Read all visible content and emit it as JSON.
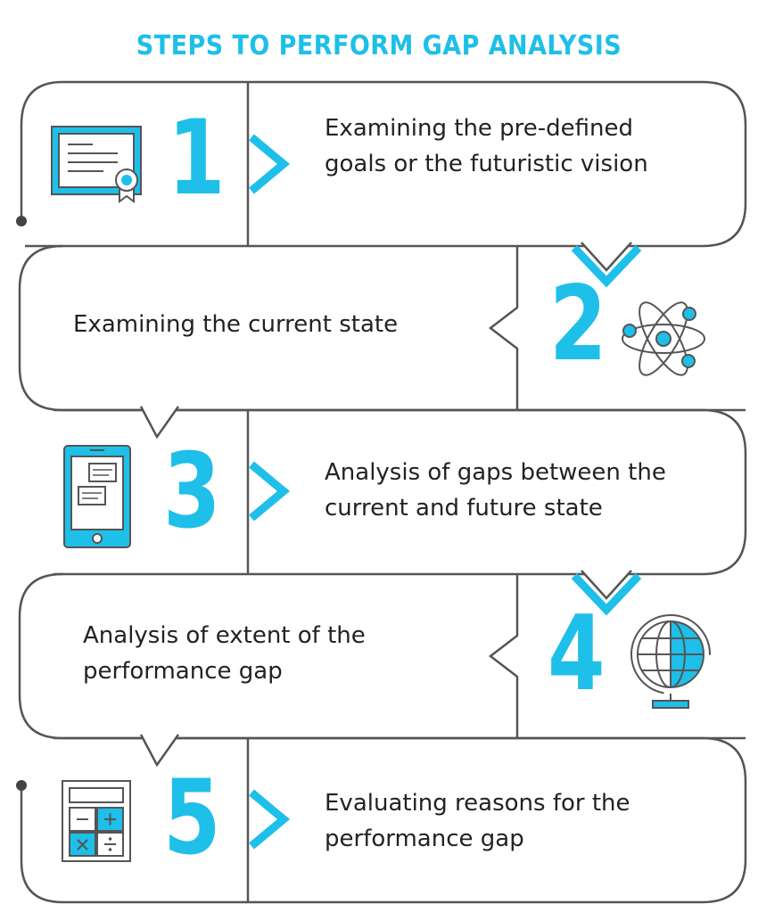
{
  "title": "STEPS TO PERFORM GAP ANALYSIS",
  "steps": [
    {
      "number": "1",
      "text": "Examining the pre-defined goals or the futuristic vision",
      "icon": "certificate-icon"
    },
    {
      "number": "2",
      "text": "Examining the current state",
      "icon": "atom-icon"
    },
    {
      "number": "3",
      "text": "Analysis of gaps between the current and future state",
      "icon": "tablet-icon"
    },
    {
      "number": "4",
      "text": "Analysis of extent of the performance gap",
      "icon": "globe-icon"
    },
    {
      "number": "5",
      "text": "Evaluating reasons for the performance gap",
      "icon": "calculator-icon"
    }
  ],
  "colors": {
    "accent": "#1ebfe8",
    "outline": "#555555",
    "text": "#222222"
  }
}
